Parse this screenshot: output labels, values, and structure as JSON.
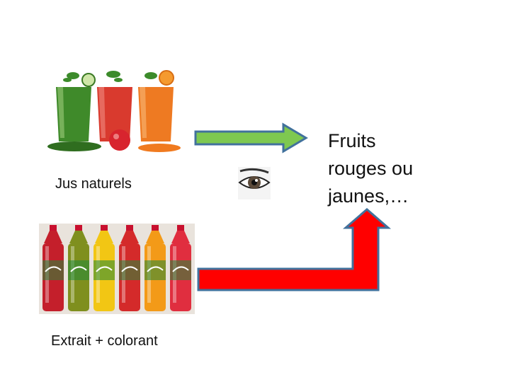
{
  "slide": {
    "natural_juice": {
      "label": "Jus naturels",
      "image_icon": "juice-glasses-image",
      "glass_colors": [
        "#3f8a2a",
        "#d93a2e",
        "#ee7a22"
      ]
    },
    "soda": {
      "label": "Extrait + colorant",
      "image_icon": "soda-bottles-image",
      "bottle_colors": [
        "#c41f2b",
        "#7f8f1e",
        "#f2c614",
        "#d42a2a",
        "#f39a18",
        "#e02e3f"
      ]
    },
    "eye_icon": "eye-icon",
    "result": {
      "lines": [
        "Fruits",
        "rouges ou",
        "jaunes,…"
      ]
    },
    "arrows": {
      "green_color": "#7ec850",
      "red_color": "#ff0000",
      "outline_color": "#41719c"
    }
  }
}
